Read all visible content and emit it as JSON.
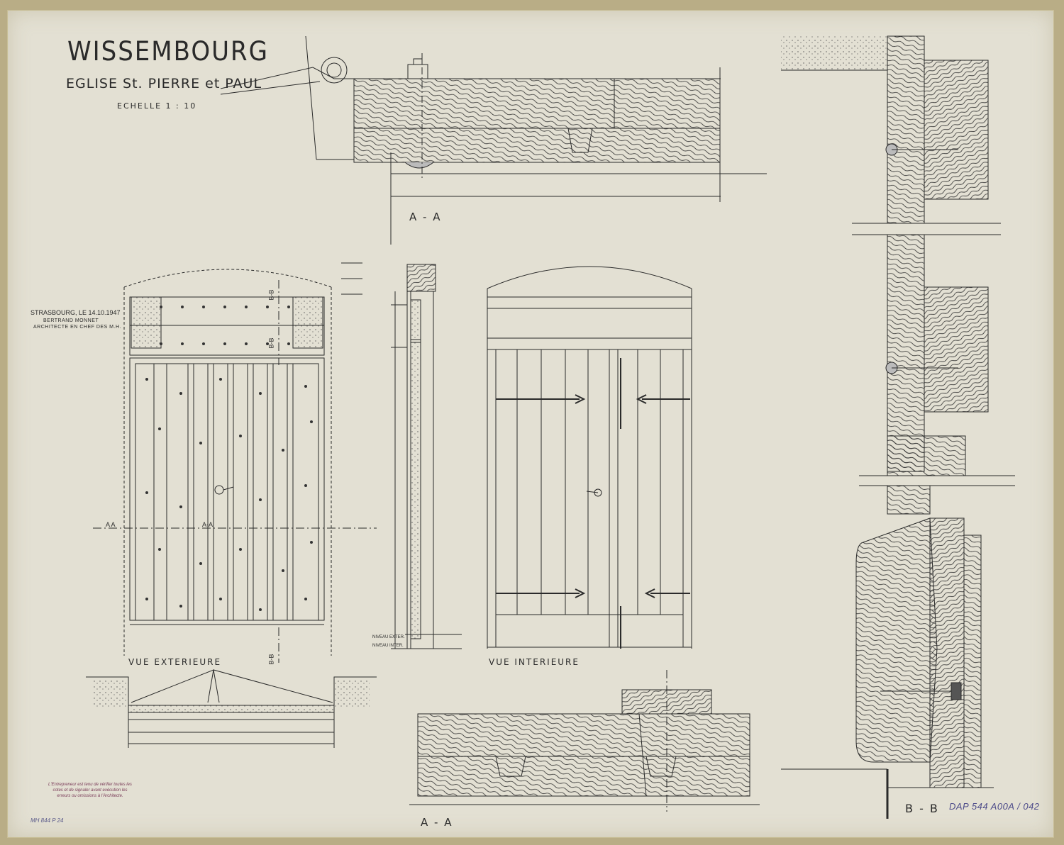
{
  "title": "WISSEMBOURG",
  "subtitle": "EGLISE St. PIERRE et PAUL",
  "scale": "ECHELLE 1 : 10",
  "signature": {
    "place_date": "STRASBOURG, LE 14.10.1947",
    "name": "BERTRAND MONNET",
    "role": "ARCHITECTE EN CHEF DES M.H."
  },
  "labels": {
    "section_aa_top": "A - A",
    "section_aa_bottom": "A - A",
    "section_bb_detail": "B - B",
    "exterior_view": "VUE EXTERIEURE",
    "interior_view": "VUE INTERIEURE",
    "section_marker_bb": "B-B",
    "section_marker_aa": "A A",
    "section_marker_aa_door": "A-A"
  },
  "levels": {
    "exterior": "NIVEAU EXTER.",
    "interior": "NIVEAU INTER."
  },
  "notice": "L'Entrepreneur est tenu de vérifier toutes les cotes et de signaler avant exécution les erreurs ou omissions à l'Architecte.",
  "archive_ref": "DAP 544 A00A / 042",
  "sheet_ref": "MH 844 P 24",
  "colors": {
    "paper": "#e3e0d3",
    "ink": "#2a2a2a",
    "border": "#b9ad86",
    "notice_stamp": "#7a3b58",
    "archive_pencil": "#4e4c8a"
  }
}
